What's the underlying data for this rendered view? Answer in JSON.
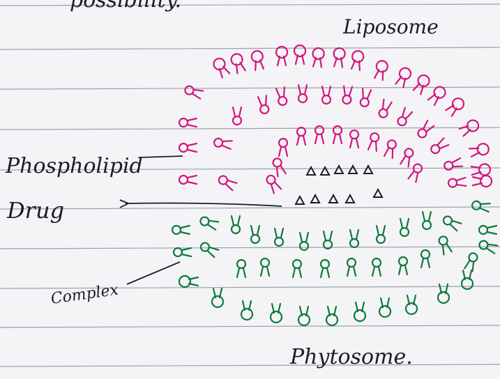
{
  "texts": {
    "top_fragment": "possibility.",
    "liposome": "Liposome",
    "phospholipid": "Phospholipid",
    "drug": "Drug",
    "complex": "Complex",
    "phytosome": "Phytosome."
  },
  "colors": {
    "paper": "#f4f4f6",
    "rule_line": "#9c9fb2",
    "ink": "#1b1b2a",
    "liposome_ink": "#d4147f",
    "phytosome_ink": "#0d7a3e"
  }
}
